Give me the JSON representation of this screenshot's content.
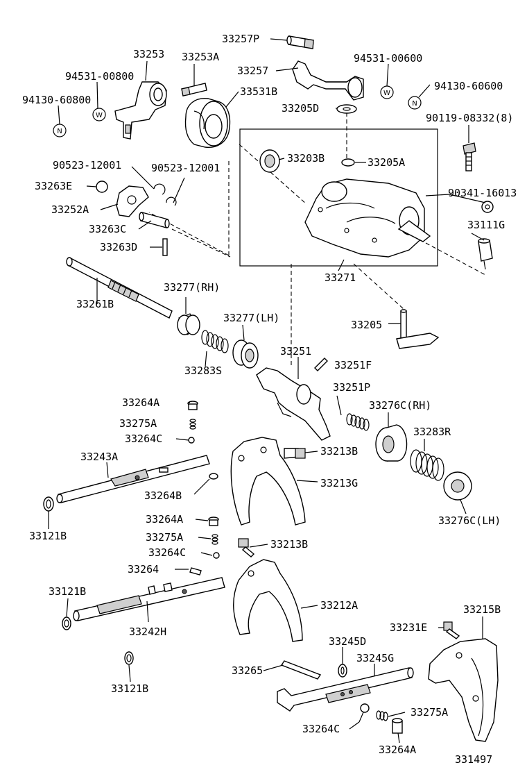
{
  "labels": {
    "p33257P": "33257P",
    "p33253": "33253",
    "p33253A": "33253A",
    "p94531_00800": "94531-00800",
    "p94130_60800": "94130-60800",
    "p33531B": "33531B",
    "p33257": "33257",
    "p94531_00600": "94531-00600",
    "p94130_60600": "94130-60600",
    "p33205D": "33205D",
    "p90119_08332": "90119-08332(8)",
    "p33203B": "33203B",
    "p33205A": "33205A",
    "p90523_12001a": "90523-12001",
    "p90523_12001b": "90523-12001",
    "p33263E": "33263E",
    "p90341_16013": "90341-16013",
    "p33252A": "33252A",
    "p33111G": "33111G",
    "p33263C": "33263C",
    "p33263D": "33263D",
    "p33271": "33271",
    "p33261B": "33261B",
    "p33277RH": "33277(RH)",
    "p33277LH": "33277(LH)",
    "p33205": "33205",
    "p33251": "33251",
    "p33251F": "33251F",
    "p33283S": "33283S",
    "p33251P": "33251P",
    "p33264A_1": "33264A",
    "p33276C_RH": "33276C(RH)",
    "p33275A_1": "33275A",
    "p33283R": "33283R",
    "p33264C_1": "33264C",
    "p33243A": "33243A",
    "p33213B_1": "33213B",
    "p33213G": "33213G",
    "p33264B": "33264B",
    "p33121B_1": "33121B",
    "p33276C_LH": "33276C(LH)",
    "p33264A_2": "33264A",
    "p33275A_2": "33275A",
    "p33213B_2": "33213B",
    "p33264C_2": "33264C",
    "p33264": "33264",
    "p33121B_2": "33121B",
    "p33212A": "33212A",
    "p33215B": "33215B",
    "p33242H": "33242H",
    "p33231E": "33231E",
    "p33245D": "33245D",
    "p33245G": "33245G",
    "p33121B_3": "33121B",
    "p33265": "33265",
    "p33275A_3": "33275A",
    "p33264C_3": "33264C",
    "p33264A_3": "33264A",
    "diagram_code": "331497"
  },
  "symbols": {
    "w": "W",
    "n": "N"
  }
}
